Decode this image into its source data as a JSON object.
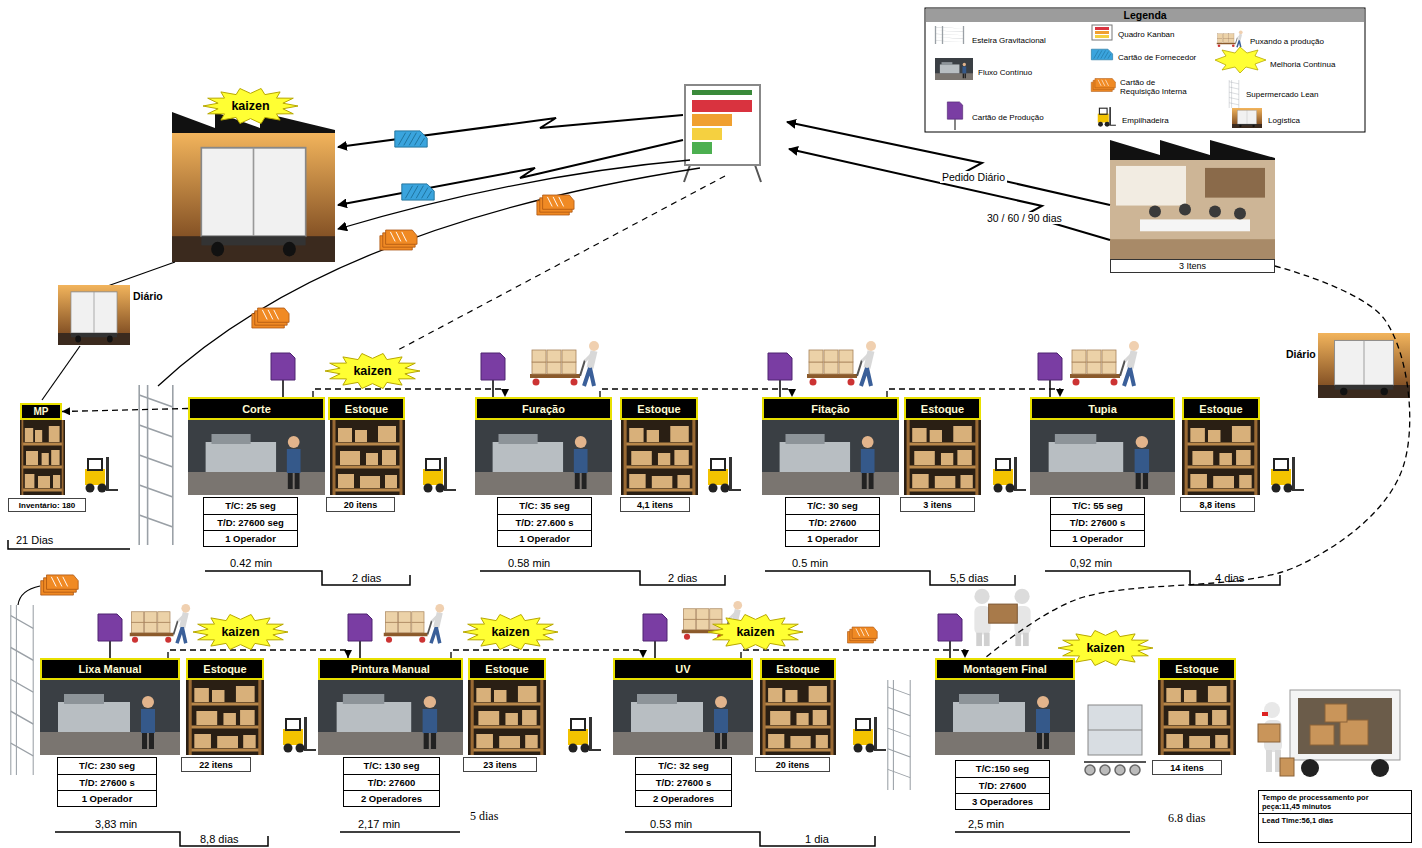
{
  "diagram": {
    "nodes": [
      {
        "text": [
          "kaizen"
        ]
      },
      {
        "text": [
          "3 Itens"
        ]
      },
      {
        "text": [
          "MP"
        ]
      },
      {
        "text": [
          "Inventário: 180"
        ]
      },
      {
        "text": [
          "kaizen"
        ]
      },
      {
        "text": [
          "Corte"
        ]
      },
      {
        "text": [
          "T/C: 25 seg",
          "T/D: 27600 seg",
          "1 Operador"
        ]
      },
      {
        "text": [
          "Estoque"
        ]
      },
      {
        "text": [
          "20 itens"
        ]
      },
      {
        "text": [
          "Furação"
        ]
      },
      {
        "text": [
          "T/C: 35 seg",
          "T/D: 27.600 s",
          "1 Operador"
        ]
      },
      {
        "text": [
          "Estoque"
        ]
      },
      {
        "text": [
          "4,1 itens"
        ]
      },
      {
        "text": [
          "Fitação"
        ]
      },
      {
        "text": [
          "T/C: 30 seg",
          "T/D: 27600",
          "1 Operador"
        ]
      },
      {
        "text": [
          "Estoque"
        ]
      },
      {
        "text": [
          "3 itens"
        ]
      },
      {
        "text": [
          "Tupia"
        ]
      },
      {
        "text": [
          "T/C: 55 seg",
          "T/D: 27600 s",
          "1 Operador"
        ]
      },
      {
        "text": [
          "Estoque"
        ]
      },
      {
        "text": [
          "8,8 itens"
        ]
      },
      {
        "text": [
          "kaizen"
        ]
      },
      {
        "text": [
          "kaizen"
        ]
      },
      {
        "text": [
          "kaizen"
        ]
      },
      {
        "text": [
          "kaizen"
        ]
      },
      {
        "text": [
          "Lixa Manual"
        ]
      },
      {
        "text": [
          "T/C: 230 seg",
          "T/D: 27600 s",
          "1 Operador"
        ]
      },
      {
        "text": [
          "Estoque"
        ]
      },
      {
        "text": [
          "22 itens"
        ]
      },
      {
        "text": [
          "Pintura Manual"
        ]
      },
      {
        "text": [
          "T/C: 130 seg",
          "T/D: 27600",
          "2 Operadores"
        ]
      },
      {
        "text": [
          "Estoque"
        ]
      },
      {
        "text": [
          "23 itens"
        ]
      },
      {
        "text": [
          "UV"
        ]
      },
      {
        "text": [
          "T/C: 32 seg",
          "T/D: 27600 s",
          "2 Operadores"
        ]
      },
      {
        "text": [
          "Estoque"
        ]
      },
      {
        "text": [
          "20 itens"
        ]
      },
      {
        "text": [
          "Montagem Final"
        ]
      },
      {
        "text": [
          "T/C:150 seg",
          "T/D: 27600",
          "3 Operadores"
        ]
      },
      {
        "text": [
          "Estoque"
        ]
      },
      {
        "text": [
          "14 itens"
        ]
      },
      {
        "text": [
          "Tempo de processamento por peça:11,45 minutos",
          "Lead Time:56,1 dias"
        ]
      }
    ],
    "edges": [
      {
        "from": 5,
        "to": 2,
        "arrow": "to"
      },
      {
        "from": 5,
        "to": 9,
        "arrow": "to"
      },
      {
        "from": 9,
        "to": 13,
        "arrow": "to"
      },
      {
        "from": 13,
        "to": 17,
        "arrow": "to"
      },
      {
        "from": 25,
        "to": 29,
        "arrow": "to"
      },
      {
        "from": 29,
        "to": 33,
        "arrow": "to"
      },
      {
        "from": 33,
        "to": 37,
        "arrow": "to"
      },
      {
        "from": 1,
        "to": 37,
        "arrow": "none"
      }
    ],
    "labels": [
      "Legenda",
      "Pedido Diário",
      "30 / 60 / 90 dias",
      "Diário",
      "Diário",
      "21 Dias",
      "0.42 min",
      "2 dias",
      "0.58 min",
      "2 dias",
      "0.5 min",
      "5,5 dias",
      "0,92 min",
      "4 dias",
      "3,83 min",
      "8,8 dias",
      "2,17 min",
      "5 dias",
      "0.53 min",
      "1 dia",
      "2,5 min",
      "6.8 dias"
    ],
    "legend": [
      {
        "text": "Esteira Gravitacional"
      },
      {
        "text": "Quadro Kanban"
      },
      {
        "text": "Puxando a produção"
      },
      {
        "text": "Fluxo Contínuo"
      },
      {
        "text": "Cartão de Fornecedor"
      },
      {
        "text": "Melhoria Contínua"
      },
      {
        "text": "Cartão de Requisição Interna"
      },
      {
        "text": "Supermercado Lean"
      },
      {
        "text": "Cartão de Produção"
      },
      {
        "text": "Empilhadeira"
      },
      {
        "text": "Logística"
      }
    ]
  }
}
